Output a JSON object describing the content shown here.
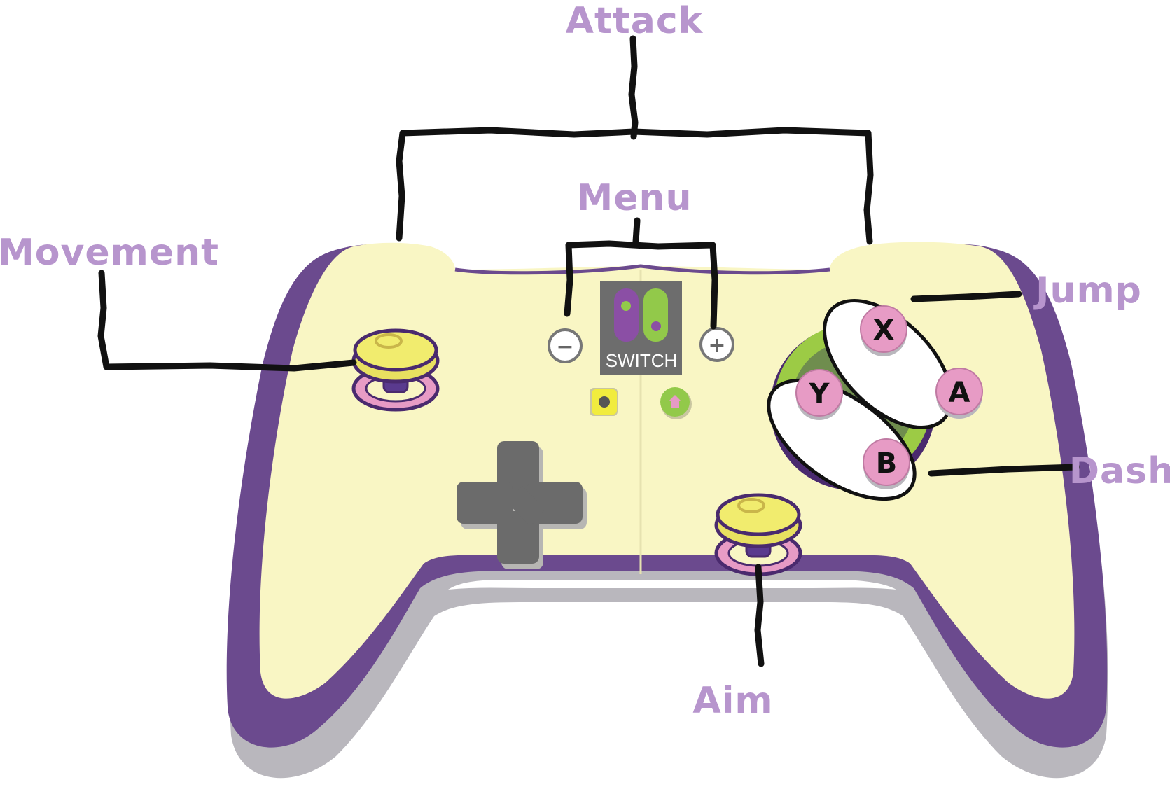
{
  "labels": {
    "attack": "Attack",
    "menu": "Menu",
    "movement": "Movement",
    "jump": "Jump",
    "dash": "Dash",
    "aim": "Aim"
  },
  "buttons": {
    "x": "X",
    "y": "Y",
    "a": "A",
    "b": "B",
    "minus": "−",
    "plus": "+"
  },
  "logo": {
    "text": "SWITCH"
  },
  "icons": {
    "logo": "switch-logo-icon",
    "capture": "capture-button-icon",
    "home": "home-button-icon",
    "dpad": "dpad-icon",
    "left_stick": "joystick-icon",
    "right_stick": "joystick-icon"
  },
  "colors": {
    "label": "#b795cd",
    "outline": "#6b4a8e",
    "body": "#f9f6c4",
    "shadow": "#b9b7bd",
    "face_ring": "#9ccb45",
    "face_ring_dark": "#6f8d4e",
    "face_button": "#e79bc5",
    "stick_top": "#f1ec6e",
    "stick_base": "#e79bc5",
    "dpad": "#6b6b6b",
    "logo_bg": "#6d6d6d",
    "logo_left": "#8b4fa5",
    "logo_right": "#92c94a",
    "leader_line": "#111111"
  }
}
